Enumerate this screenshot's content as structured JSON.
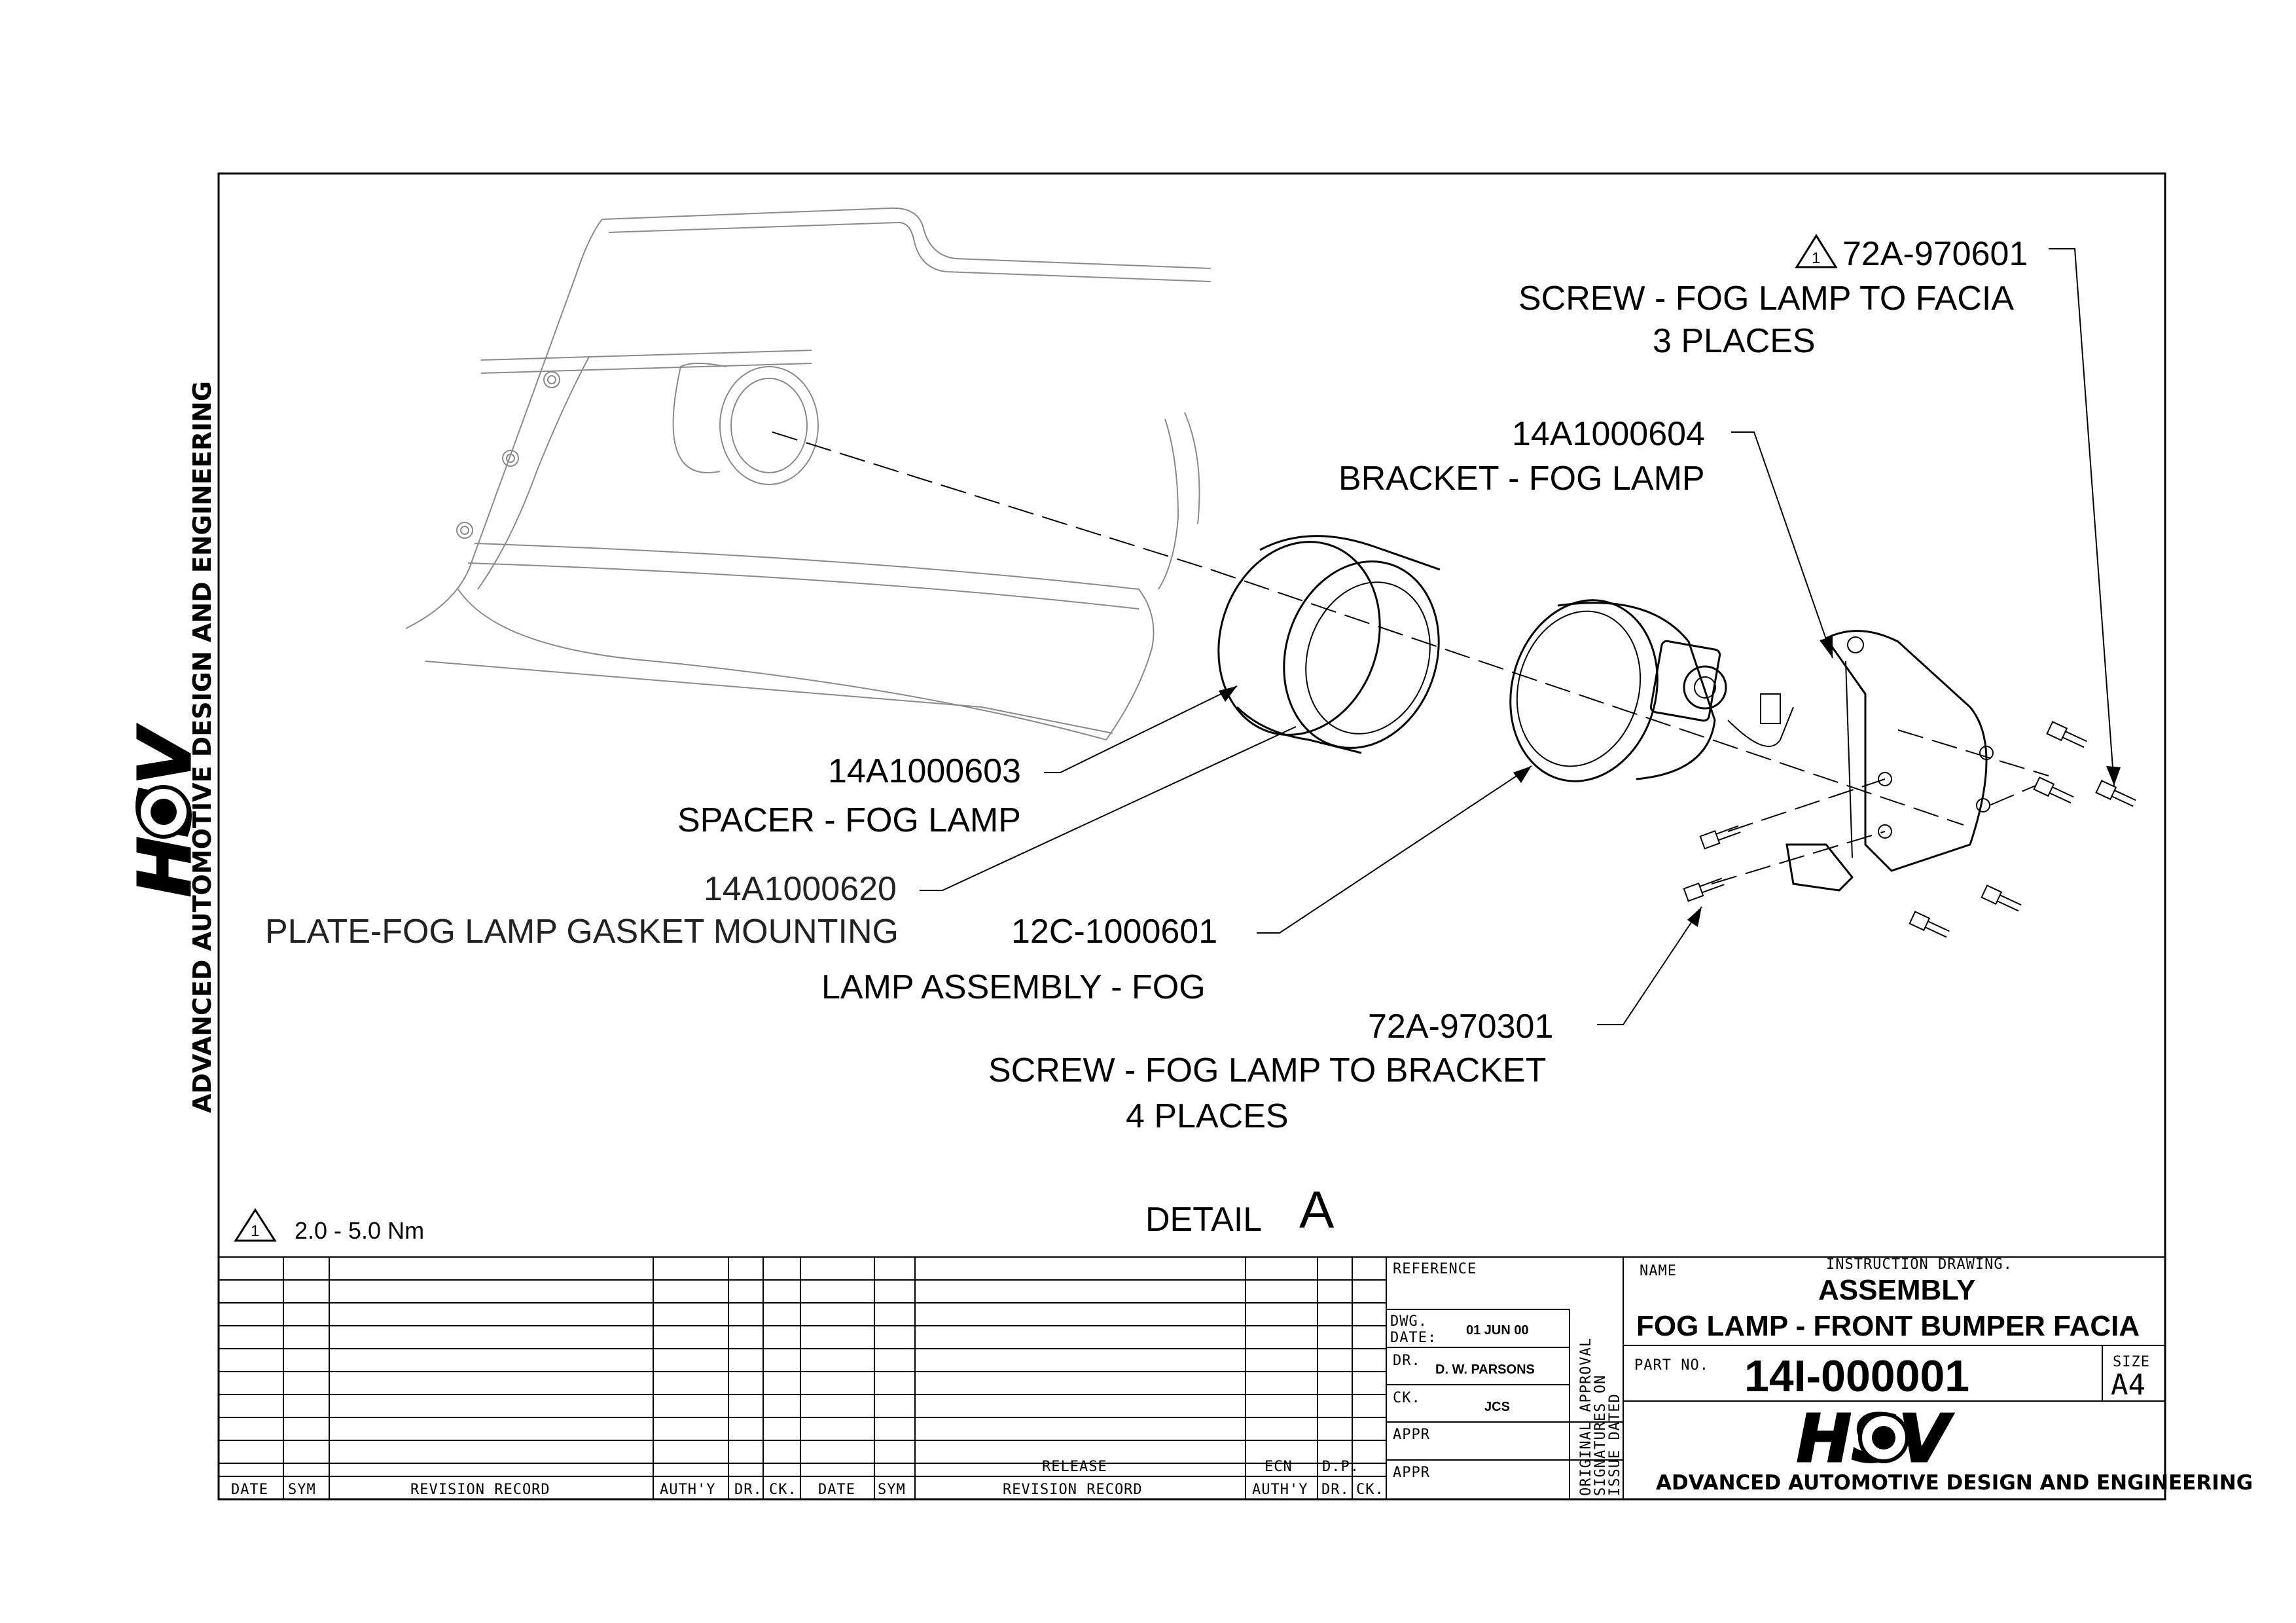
{
  "vertical_banner": "ADVANCED AUTOMOTIVE DESIGN AND ENGINEERING",
  "logo": {
    "text": "HSV"
  },
  "callouts": {
    "screw_facia": {
      "part_no": "72A-970601",
      "desc": "SCREW - FOG LAMP TO FACIA",
      "qty": "3 PLACES",
      "rev_symbol": "1"
    },
    "bracket": {
      "part_no": "14A1000604",
      "desc": "BRACKET - FOG LAMP"
    },
    "spacer": {
      "part_no": "14A1000603",
      "desc": "SPACER - FOG LAMP"
    },
    "gasket_plate": {
      "part_no": "14A1000620",
      "desc": "PLATE-FOG LAMP GASKET MOUNTING"
    },
    "lamp": {
      "part_no": "12C-1000601",
      "desc": "LAMP ASSEMBLY - FOG"
    },
    "screw_bracket": {
      "part_no": "72A-970301",
      "desc": "SCREW - FOG LAMP TO BRACKET",
      "qty": "4 PLACES"
    }
  },
  "torque_note": {
    "symbol": "1",
    "value": "2.0 - 5.0  Nm"
  },
  "detail": {
    "label": "DETAIL",
    "letter": "A"
  },
  "revision_block": {
    "headers_left": [
      "DATE",
      "SYM",
      "REVISION RECORD",
      "AUTH'Y",
      "DR.",
      "CK."
    ],
    "headers_right": [
      "DATE",
      "SYM",
      "REVISION RECORD",
      "AUTH'Y",
      "DR.",
      "CK."
    ],
    "release_label": "RELEASE",
    "ecn_label": "ECN",
    "dp_label": "D.P."
  },
  "approval_block": {
    "reference_label": "REFERENCE",
    "dwg_date_label_1": "DWG.",
    "dwg_date_label_2": "DATE:",
    "dwg_date": "01 JUN 00",
    "dr_label": "DR.",
    "dr_value": "D. W. PARSONS",
    "ck_label": "CK.",
    "ck_value": "JCS",
    "appr_label_1": "APPR",
    "appr_label_2": "APPR",
    "vertical_note": [
      "ORIGINAL APPROVAL",
      "SIGNATURES ON",
      "ISSUE DATED"
    ]
  },
  "title_block": {
    "name_label": "NAME",
    "instruction": "INSTRUCTION DRAWING.",
    "title_1": "ASSEMBLY",
    "title_2": "FOG LAMP - FRONT BUMPER FACIA",
    "part_no_label": "PART NO.",
    "part_no": "14I-000001",
    "size_label": "SIZE",
    "size": "A4",
    "company": "ADVANCED AUTOMOTIVE DESIGN AND ENGINEERING"
  }
}
